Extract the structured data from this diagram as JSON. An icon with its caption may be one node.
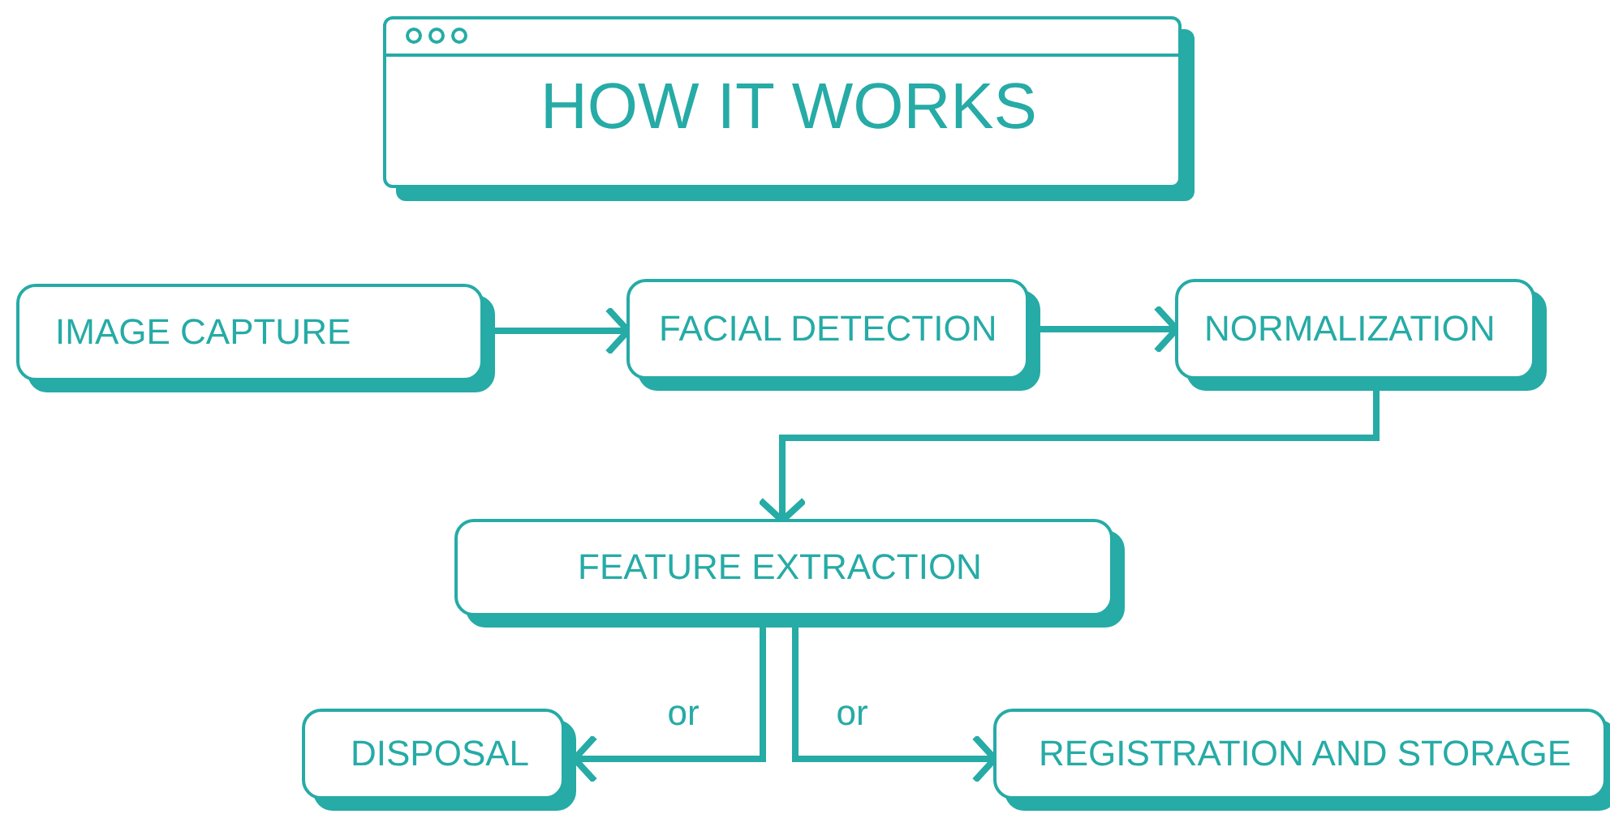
{
  "diagram": {
    "title": "HOW IT WORKS",
    "nodes": [
      {
        "text": [
          "IMAGE CAPTURE"
        ]
      },
      {
        "text": [
          "FACIAL DETECTION"
        ]
      },
      {
        "text": [
          "NORMALIZATION"
        ]
      },
      {
        "text": [
          "FEATURE EXTRACTION"
        ]
      },
      {
        "text": [
          "DISPOSAL"
        ]
      },
      {
        "text": [
          "REGISTRATION AND STORAGE"
        ]
      }
    ],
    "edges": [
      {
        "from": 0,
        "to": 1,
        "arrow": "to"
      },
      {
        "from": 1,
        "to": 2,
        "arrow": "to"
      },
      {
        "from": 2,
        "to": 3,
        "arrow": "to"
      },
      {
        "from": 3,
        "to": 4,
        "arrow": "to",
        "label": "or"
      },
      {
        "from": 3,
        "to": 5,
        "arrow": "to",
        "label": "or"
      }
    ]
  }
}
